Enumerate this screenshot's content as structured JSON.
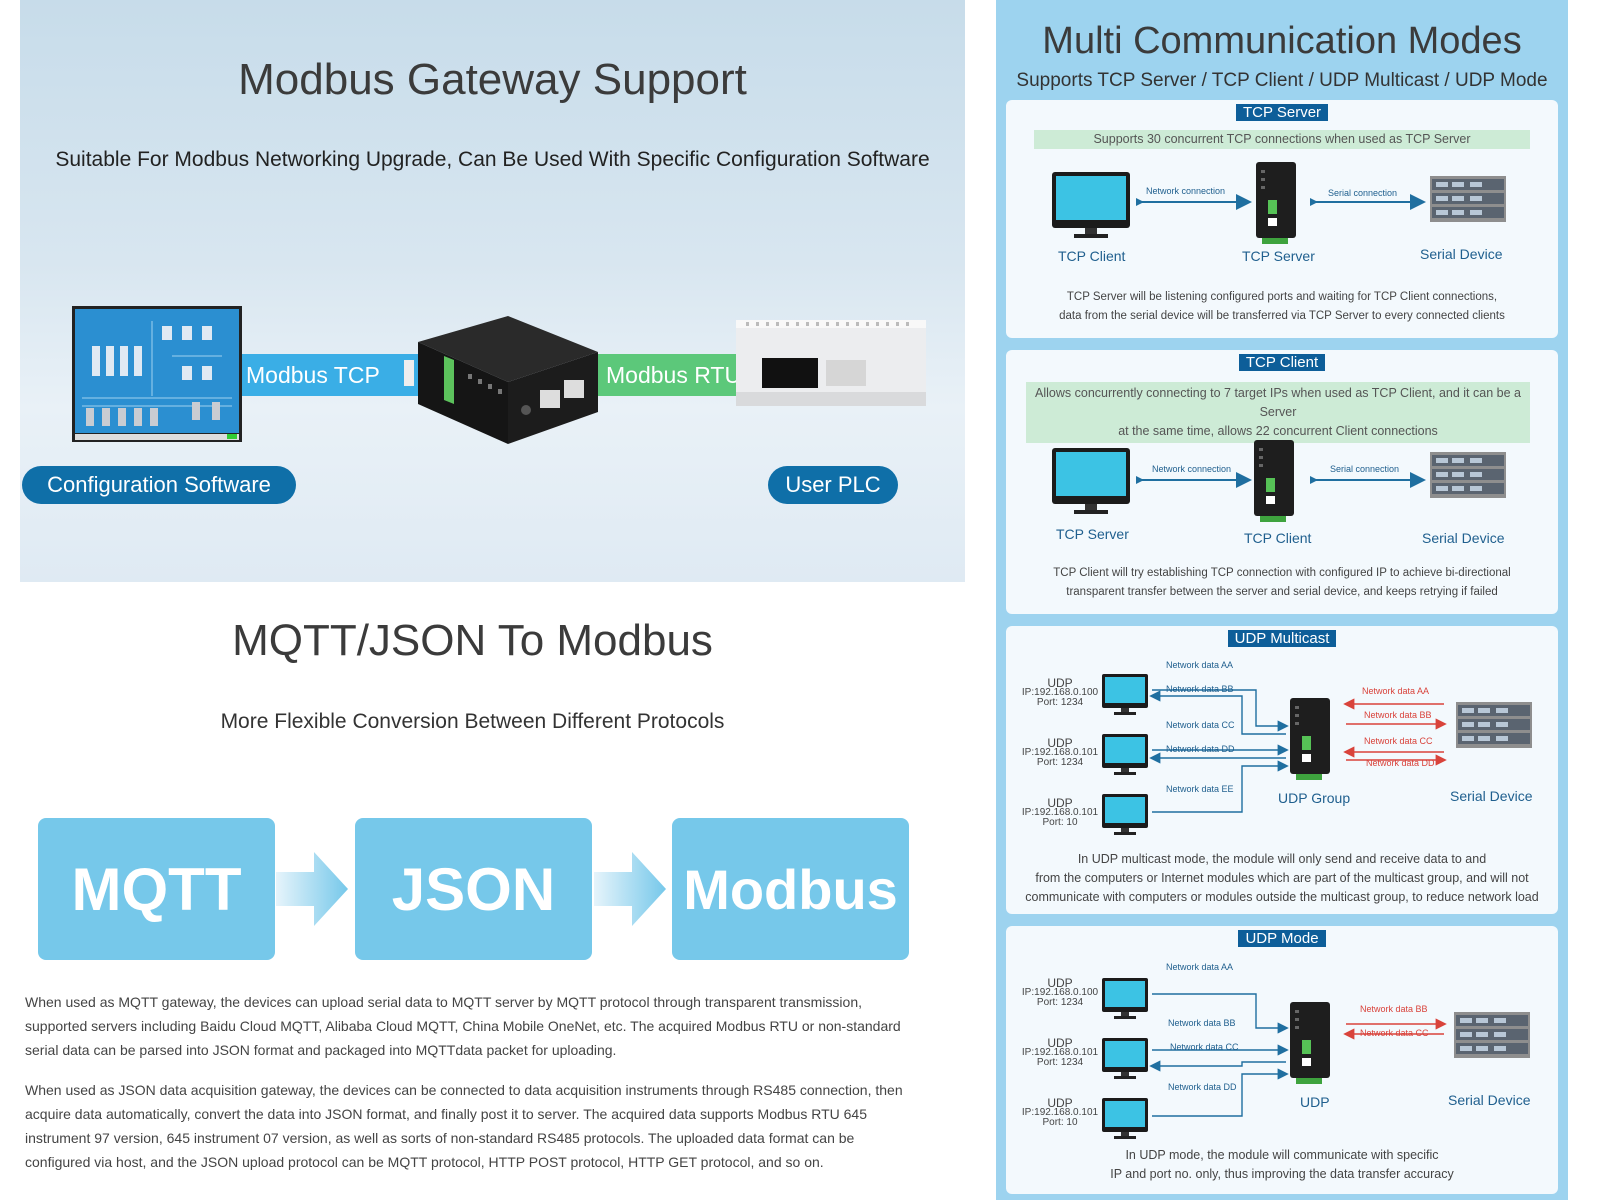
{
  "gateway": {
    "title": "Modbus Gateway Support",
    "subtitle": "Suitable For Modbus Networking Upgrade, Can Be Used With Specific Configuration Software",
    "modbus_tcp": "Modbus TCP",
    "modbus_rtu": "Modbus RTU",
    "config_software": "Configuration Software",
    "user_plc": "User PLC"
  },
  "mqtt": {
    "title": "MQTT/JSON To Modbus",
    "subtitle": "More Flexible Conversion Between Different Protocols",
    "flow": [
      "MQTT",
      "JSON",
      "Modbus"
    ],
    "para1": "When used as MQTT gateway, the devices can upload serial data to MQTT server by MQTT protocol through transparent transmission, supported servers including Baidu Cloud MQTT, Alibaba Cloud MQTT, China Mobile OneNet, etc. The acquired Modbus RTU or non-standard serial data can be parsed into JSON format and packaged into MQTTdata packet for uploading.",
    "para2": "When used as JSON data acquisition gateway, the devices can be connected to data acquisition instruments through RS485 connection, then acquire data automatically, convert the data into JSON format, and finally post it to server. The acquired data supports Modbus RTU 645 instrument 97 version, 645 instrument 07 version, as well as sorts of non-standard RS485 protocols. The uploaded data format can be configured via host, and the JSON upload protocol can be MQTT protocol, HTTP POST protocol, HTTP GET protocol, and so on."
  },
  "modes": {
    "title": "Multi Communication Modes",
    "subtitle": "Supports TCP Server / TCP Client / UDP Multicast / UDP Mode",
    "tcp_server": {
      "chip": "TCP Server",
      "note": "Supports 30 concurrent TCP connections when used as TCP Server",
      "net": "Network connection",
      "serial": "Serial connection",
      "left": "TCP Client",
      "mid": "TCP Server",
      "right": "Serial Device",
      "desc1": "TCP Server will be listening configured ports and waiting for TCP Client connections,",
      "desc2": "data from the serial device will be transferred via TCP Server to every connected clients"
    },
    "tcp_client": {
      "chip": "TCP Client",
      "note1": "Allows concurrently connecting to 7 target IPs when used as TCP Client, and it can be a Server",
      "note2": "at the same time, allows 22 concurrent Client connections",
      "net": "Network connection",
      "serial": "Serial connection",
      "left": "TCP Server",
      "mid": "TCP Client",
      "right": "Serial Device",
      "desc1": "TCP Client will try establishing TCP connection with configured IP to achieve bi-directional",
      "desc2": "transparent transfer between the server and serial device, and keeps retrying if failed"
    },
    "udp_multicast": {
      "chip": "UDP Multicast",
      "hosts": [
        {
          "udp": "UDP",
          "ip": "IP:192.168.0.100",
          "port": "Port:  1234"
        },
        {
          "udp": "UDP",
          "ip": "IP:192.168.0.101",
          "port": "Port:  1234"
        },
        {
          "udp": "UDP",
          "ip": "IP:192.168.0.101",
          "port": "Port:  10"
        }
      ],
      "left_links": [
        "Network data AA",
        "Network data BB",
        "Network data CC",
        "Network data DD",
        "Network data EE"
      ],
      "right_links": [
        "Network data AA",
        "Network data BB",
        "Network data CC",
        "Network data DD"
      ],
      "group": "UDP Group",
      "right": "Serial Device",
      "desc1": "In UDP multicast mode, the module will only send and receive data to and",
      "desc2": "from the computers or Internet modules which are part of the multicast group, and will not",
      "desc3": "communicate with computers or modules outside the multicast group, to reduce network load"
    },
    "udp_mode": {
      "chip": "UDP Mode",
      "hosts": [
        {
          "udp": "UDP",
          "ip": "IP:192.168.0.100",
          "port": "Port:  1234"
        },
        {
          "udp": "UDP",
          "ip": "IP:192.168.0.101",
          "port": "Port:  1234"
        },
        {
          "udp": "UDP",
          "ip": "IP:192.168.0.101",
          "port": "Port:  10"
        }
      ],
      "left_links": [
        "Network data AA",
        "Network data BB",
        "Network data CC",
        "Network data DD"
      ],
      "right_links": [
        "Network data BB",
        "Network data CC"
      ],
      "mid": "UDP",
      "right": "Serial Device",
      "desc1": "In UDP mode, the module will communicate with specific",
      "desc2": "IP and port no. only, thus improving the data transfer accuracy"
    }
  },
  "colors": {
    "accent": "#0f6fa8",
    "tcp_band": "#3aaee6",
    "rtu_band": "#5cc87a",
    "flow_box": "#76c8ea",
    "right_panel": "#9dd3ef",
    "chip": "#0d5e99",
    "note_bg": "#cdebd6",
    "link_blue": "#1f6fa0",
    "link_red": "#d9433b"
  }
}
